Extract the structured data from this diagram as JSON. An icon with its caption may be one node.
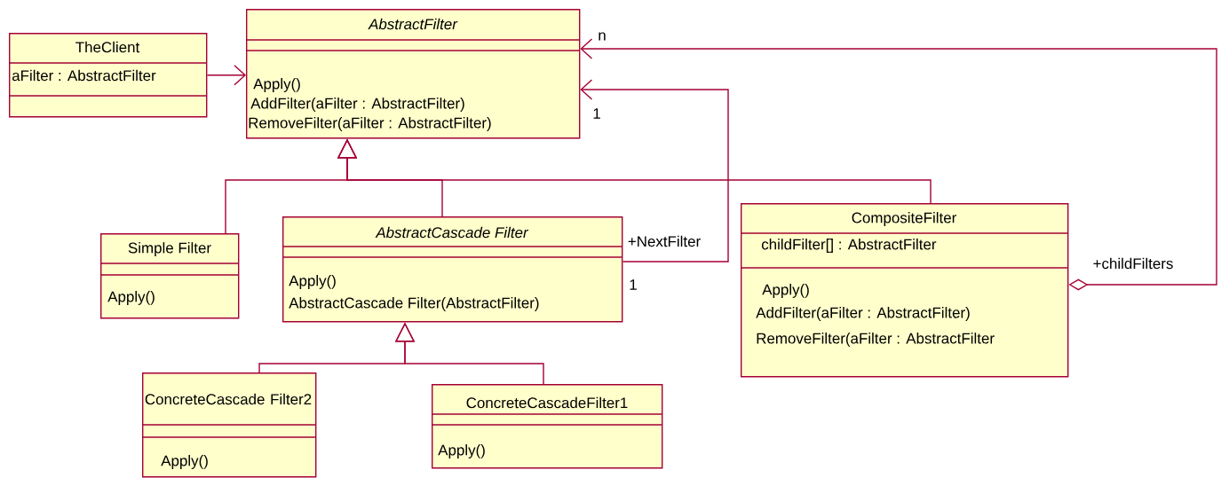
{
  "diagram": {
    "nodes": [
      {
        "text": [
          "AbstractFilter",
          "Apply()",
          "AddFilter(aFilter : AbstractFilter)",
          "RemoveFilter(aFilter : AbstractFilter)"
        ]
      },
      {
        "text": [
          "TheClient",
          "aFilter : AbstractFilter"
        ]
      },
      {
        "text": [
          "Simple Filter",
          "Apply()"
        ]
      },
      {
        "text": [
          "AbstractCascade Filter",
          "Apply()",
          "AbstractCascade Filter(AbstractFilter)"
        ]
      },
      {
        "text": [
          "CompositeFilter",
          "childFilter[] : AbstractFilter",
          "Apply()",
          "AddFilter(aFilter : AbstractFilter)",
          "RemoveFilter(aFilter : AbstractFilter"
        ]
      },
      {
        "text": [
          "ConcreteCascade Filter2",
          "Apply()"
        ]
      },
      {
        "text": [
          "ConcreteCascadeFilter1",
          "Apply()"
        ]
      }
    ],
    "edges": [
      {
        "from": 1,
        "to": 0,
        "arrow": "to"
      },
      {
        "from": 2,
        "to": 0,
        "arrow": "to"
      },
      {
        "from": 3,
        "to": 0,
        "arrow": "to"
      },
      {
        "from": 4,
        "to": 0,
        "arrow": "to"
      },
      {
        "from": 3,
        "to": 0,
        "arrow": "to",
        "label": "+NextFilter"
      },
      {
        "from": 4,
        "to": 0,
        "arrow": "to",
        "label": "+childFilters"
      },
      {
        "from": 5,
        "to": 3,
        "arrow": "to"
      },
      {
        "from": 6,
        "to": 3,
        "arrow": "to"
      }
    ],
    "labels": [
      "n",
      "1",
      "1"
    ]
  }
}
